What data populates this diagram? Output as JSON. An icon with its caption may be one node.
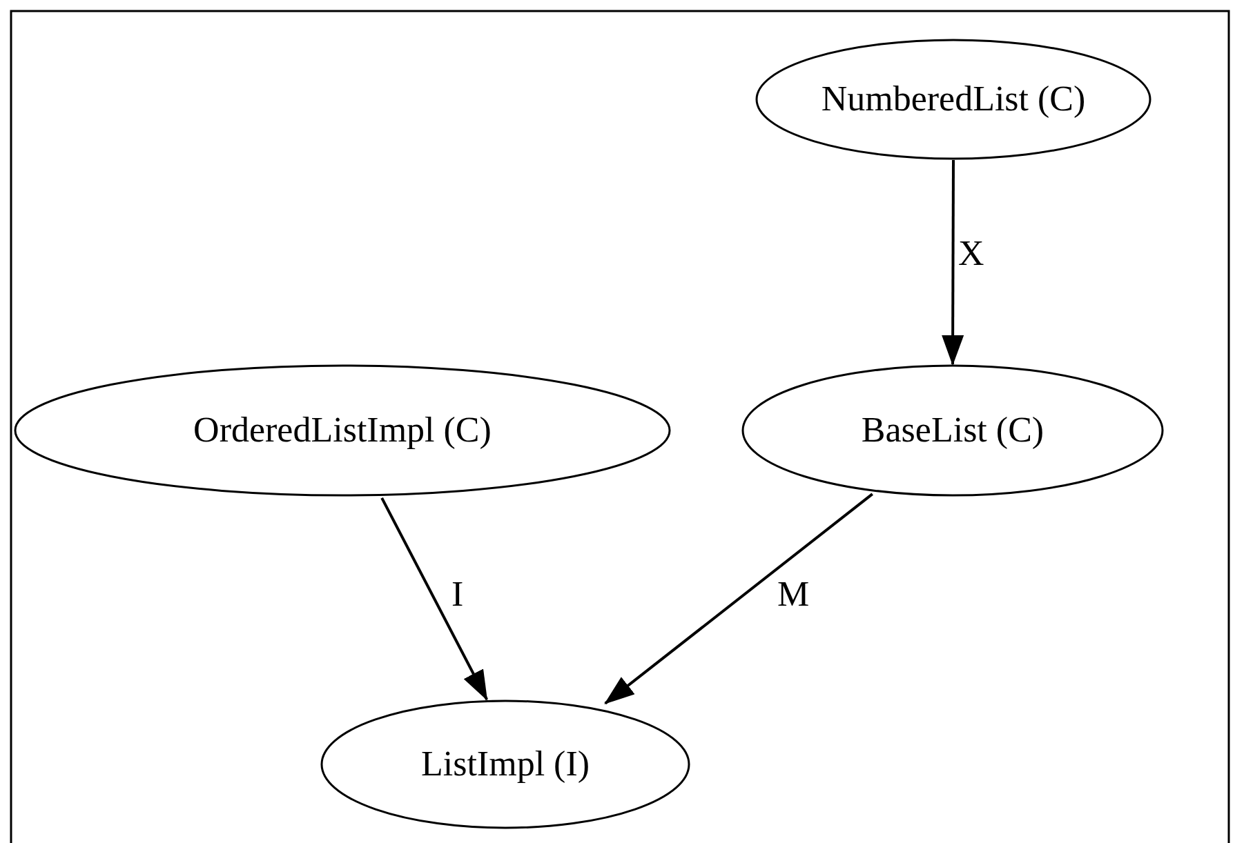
{
  "diagram": {
    "nodes": [
      {
        "text": [
          "NumberedList (C)"
        ]
      },
      {
        "text": [
          "OrderedListImpl (C)"
        ]
      },
      {
        "text": [
          "BaseList (C)"
        ]
      },
      {
        "text": [
          "ListImpl (I)"
        ]
      }
    ],
    "edges": [
      {
        "from": 0,
        "to": 2,
        "arrow": "to",
        "label": "X"
      },
      {
        "from": 1,
        "to": 3,
        "arrow": "to",
        "label": "I"
      },
      {
        "from": 2,
        "to": 3,
        "arrow": "to",
        "label": "M"
      }
    ]
  }
}
